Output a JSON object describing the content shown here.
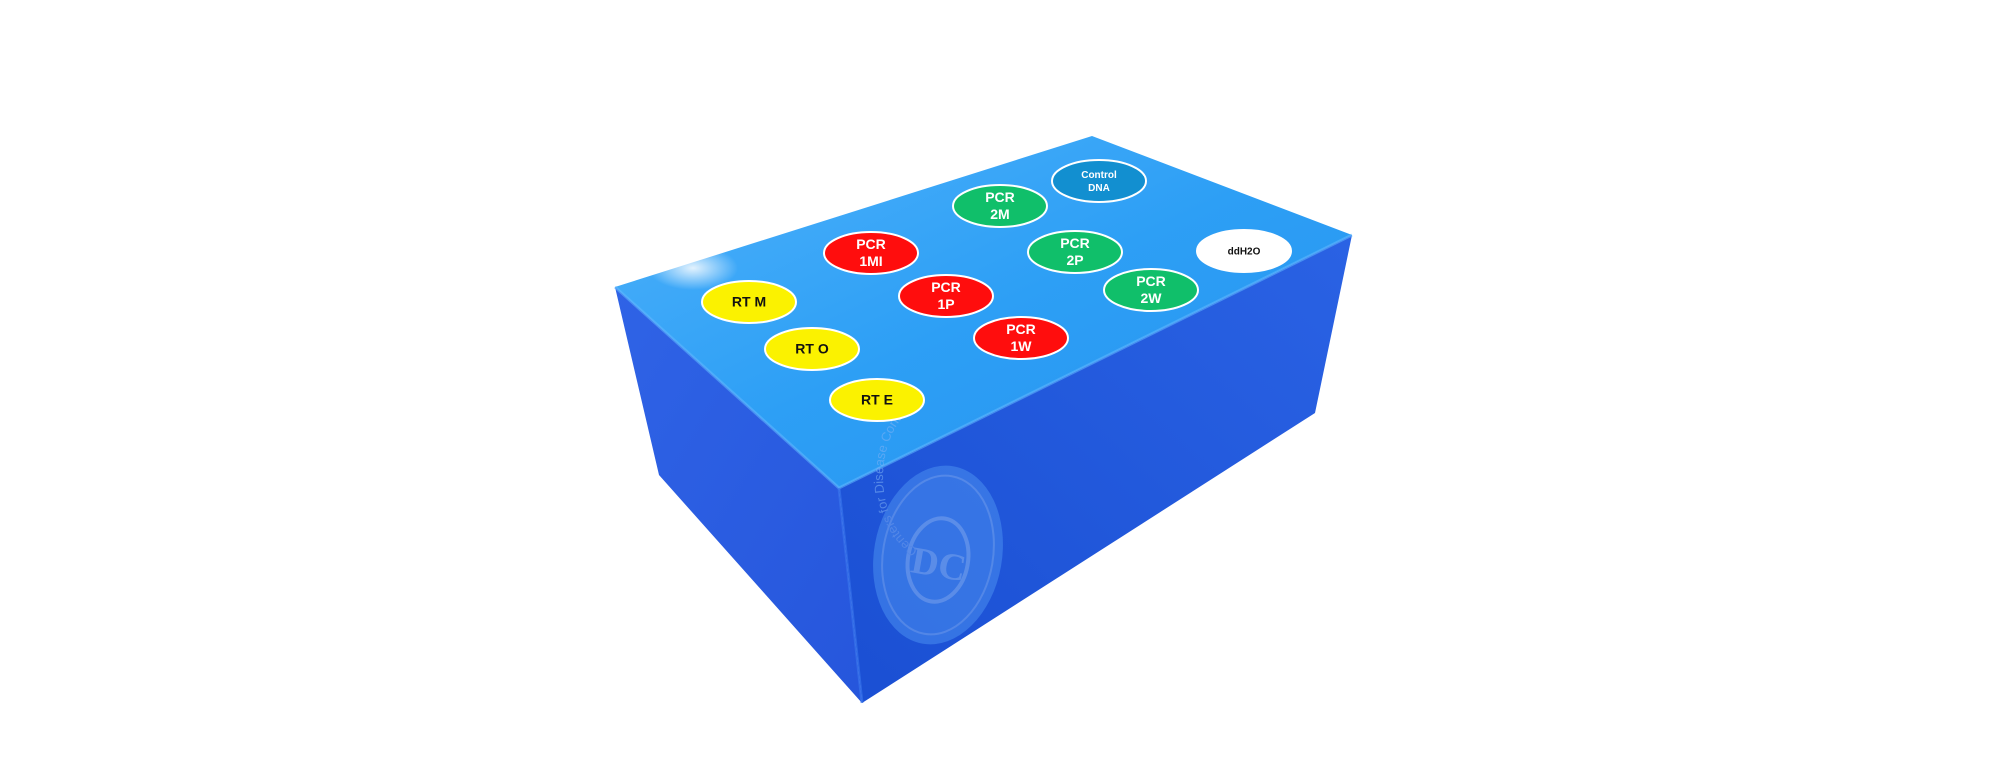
{
  "colors": {
    "top_face": "#2d9ff5",
    "left_face": "#2a5fe3",
    "front_face": "#1e52d6",
    "yellow": "#fbf200",
    "red": "#ff0d0d",
    "green": "#10bf6a",
    "teal": "#128fd0",
    "white": "#ffffff"
  },
  "tubes": [
    {
      "id": "rt-m",
      "lines": [
        "RT M"
      ],
      "color": "yellow",
      "text_color": "#111111"
    },
    {
      "id": "rt-o",
      "lines": [
        "RT O"
      ],
      "color": "yellow",
      "text_color": "#111111"
    },
    {
      "id": "rt-e",
      "lines": [
        "RT E"
      ],
      "color": "yellow",
      "text_color": "#111111"
    },
    {
      "id": "pcr-1mi",
      "lines": [
        "PCR",
        "1MI"
      ],
      "color": "red",
      "text_color": "#ffffff"
    },
    {
      "id": "pcr-1p",
      "lines": [
        "PCR",
        "1P"
      ],
      "color": "red",
      "text_color": "#ffffff"
    },
    {
      "id": "pcr-1w",
      "lines": [
        "PCR",
        "1W"
      ],
      "color": "red",
      "text_color": "#ffffff"
    },
    {
      "id": "pcr-2m",
      "lines": [
        "PCR",
        "2M"
      ],
      "color": "green",
      "text_color": "#ffffff"
    },
    {
      "id": "pcr-2p",
      "lines": [
        "PCR",
        "2P"
      ],
      "color": "green",
      "text_color": "#ffffff"
    },
    {
      "id": "pcr-2w",
      "lines": [
        "PCR",
        "2W"
      ],
      "color": "green",
      "text_color": "#ffffff"
    },
    {
      "id": "control-dna",
      "lines": [
        "Control",
        "DNA"
      ],
      "color": "teal",
      "text_color": "#ffffff"
    },
    {
      "id": "ddh2o",
      "lines": [
        "ddH2O"
      ],
      "color": "white",
      "text_color": "#111111"
    }
  ],
  "watermark": {
    "monogram": "DC",
    "ring_text": "Centers for Disease Control"
  }
}
